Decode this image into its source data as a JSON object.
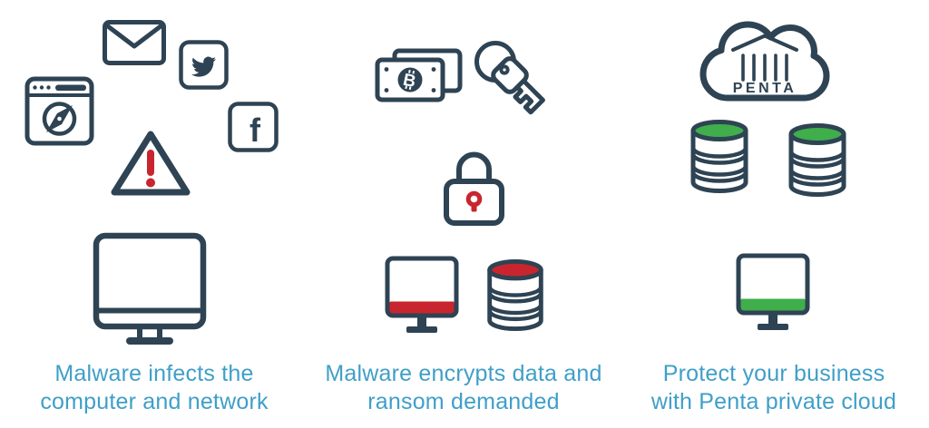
{
  "colors": {
    "navy": "#2e4353",
    "red": "#c9252e",
    "green": "#3fae4b",
    "caption_blue": "#3f9fc8"
  },
  "panels": [
    {
      "name": "malware-infects",
      "caption_line1": "Malware infects the",
      "caption_line2": "computer and network",
      "icons": [
        "browser-icon",
        "envelope-icon",
        "twitter-icon",
        "facebook-icon",
        "warning-icon",
        "desktop-monitor-icon"
      ]
    },
    {
      "name": "ransom-demanded",
      "caption_line1": "Malware encrypts data and",
      "caption_line2": "ransom demanded",
      "icons": [
        "bitcoin-cash-icon",
        "key-icon",
        "padlock-icon",
        "infected-monitor-icon",
        "encrypted-database-icon"
      ]
    },
    {
      "name": "penta-protect",
      "caption_line1": "Protect your business",
      "caption_line2": "with Penta private cloud",
      "icons": [
        "penta-cloud-icon",
        "protected-database-icon",
        "protected-database-icon",
        "protected-monitor-icon"
      ]
    }
  ],
  "labels": {
    "cloud_brand": "PENTA",
    "facebook_letter": "f",
    "bitcoin_letter": "B"
  }
}
